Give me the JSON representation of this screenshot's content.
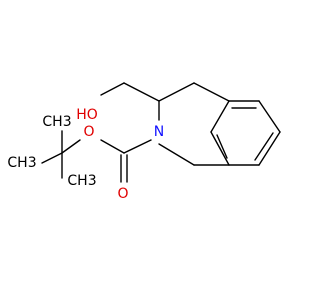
{
  "structure": {
    "atoms": {
      "hydroxyl": "HO",
      "nitrogen": "N",
      "ester_oxygen": "O",
      "carbonyl_oxygen": "O",
      "methyl_top": "CH3",
      "methyl_left": "CH3",
      "methyl_bottom": "CH3"
    },
    "colors": {
      "carbon_bonds": "#000000",
      "oxygen": "#e00000",
      "nitrogen": "#1010ff"
    }
  }
}
